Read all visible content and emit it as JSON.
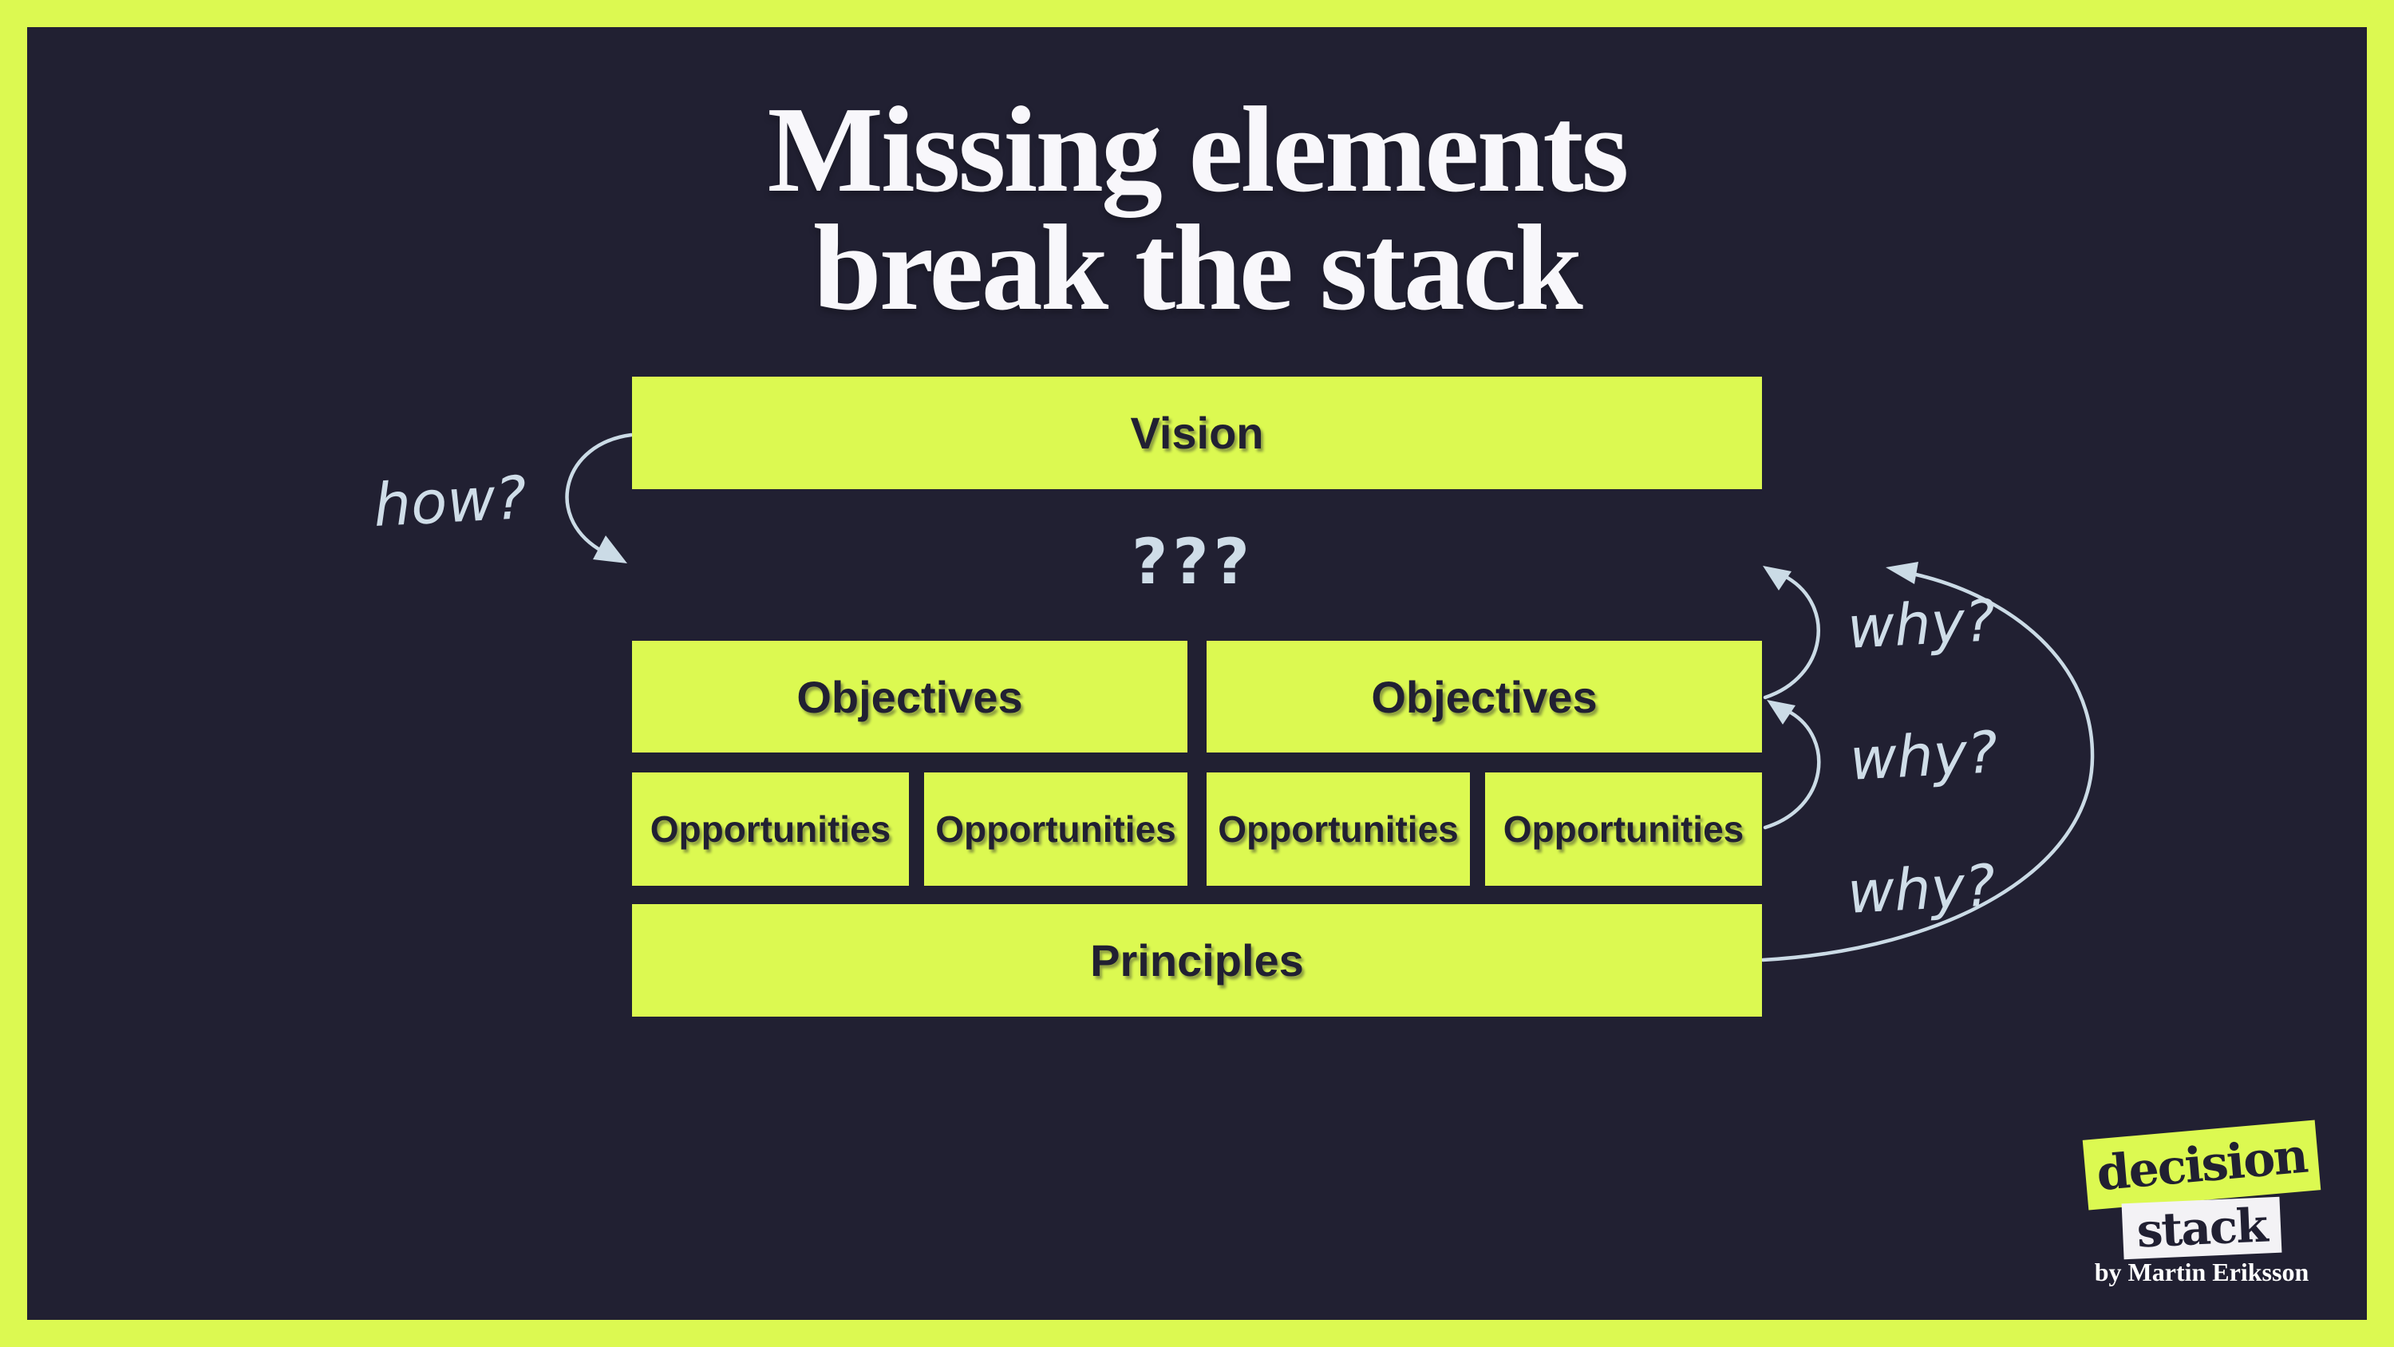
{
  "canvas": {
    "frame_color": "#dcf951",
    "background_color": "#212032",
    "ink_color": "#cbdbe6"
  },
  "title": {
    "line1": "Missing elements",
    "line2": "break the stack",
    "color": "#f8f7fb"
  },
  "stack": {
    "box_color": "#dcf951",
    "label_color": "#212032",
    "vision_label": "Vision",
    "missing_label": "???",
    "objectives_labels": [
      "Objectives",
      "Objectives"
    ],
    "opportunities_labels": [
      "Opportunities",
      "Opportunities",
      "Opportunities",
      "Opportunities"
    ],
    "principles_label": "Principles"
  },
  "annotations": {
    "how_label": "how?",
    "why_labels": [
      "why?",
      "why?",
      "why?"
    ],
    "ink_color": "#cfdde8"
  },
  "logo": {
    "line1": "decision",
    "line2": "stack",
    "byline": "by Martin Eriksson",
    "decision_bg": "#dcf951",
    "stack_bg": "#f3f2f5",
    "text_color": "#212032",
    "byline_color": "#ffffff"
  }
}
